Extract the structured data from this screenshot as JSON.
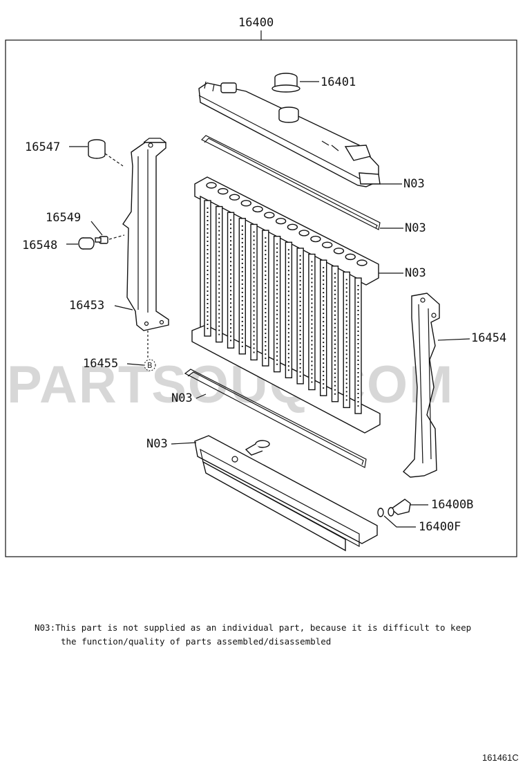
{
  "diagram": {
    "assembly_label": "16400",
    "watermark": "PARTSOUQ.COM",
    "labels": {
      "p16401": "16401",
      "p16547": "16547",
      "p16549": "16549",
      "p16548": "16548",
      "p16453": "16453",
      "p16455": "16455",
      "p16454": "16454",
      "p16400b": "16400B",
      "p16400f": "16400F",
      "n03_upper_tank": "N03",
      "n03_upper_gasket": "N03",
      "n03_core": "N03",
      "n03_lower_gasket": "N03",
      "n03_lower_tank": "N03"
    },
    "ref_circle": "B"
  },
  "note": {
    "line1": "N03:This part is not supplied as an individual part, because it is difficult to keep",
    "line2": "the function/quality of parts assembled/disassembled"
  },
  "figure_code": "161461C"
}
